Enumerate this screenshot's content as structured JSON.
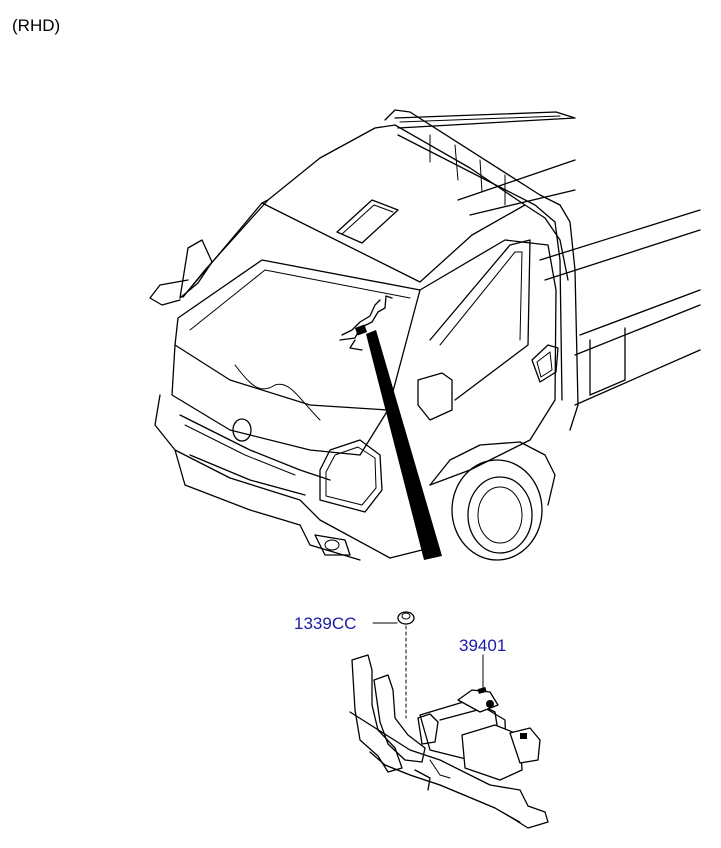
{
  "diagram": {
    "variant_label": "(RHD)",
    "parts": [
      {
        "number": "1339CC"
      },
      {
        "number": "39401"
      }
    ]
  }
}
